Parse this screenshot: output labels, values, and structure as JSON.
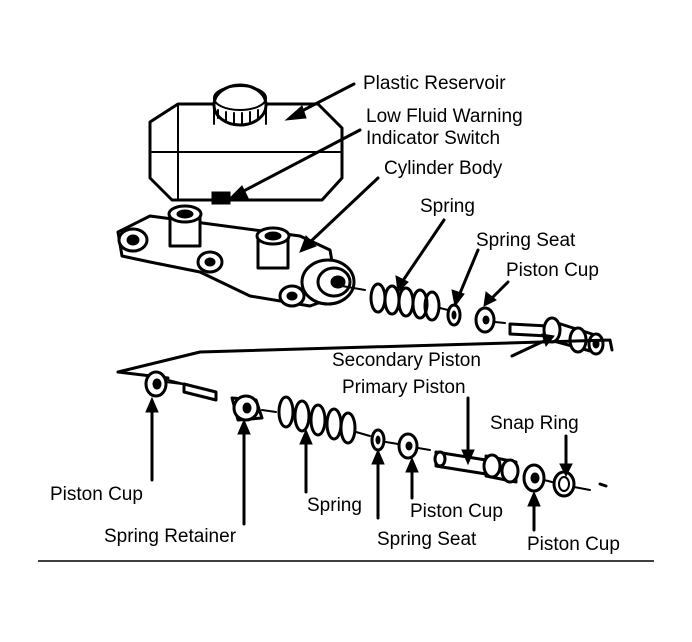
{
  "diagram": {
    "labels": {
      "plastic_reservoir": "Plastic Reservoir",
      "low_fluid_switch_line1": "Low Fluid Warning",
      "low_fluid_switch_line2": "Indicator Switch",
      "cylinder_body": "Cylinder Body",
      "spring_top": "Spring",
      "spring_seat_top": "Spring Seat",
      "piston_cup_top": "Piston Cup",
      "secondary_piston": "Secondary Piston",
      "primary_piston": "Primary Piston",
      "snap_ring": "Snap Ring",
      "piston_cup_left": "Piston Cup",
      "spring_retainer": "Spring Retainer",
      "spring_bottom": "Spring",
      "piston_cup_bottom_mid": "Piston Cup",
      "spring_seat_bottom": "Spring Seat",
      "piston_cup_bottom_right": "Piston Cup"
    }
  }
}
